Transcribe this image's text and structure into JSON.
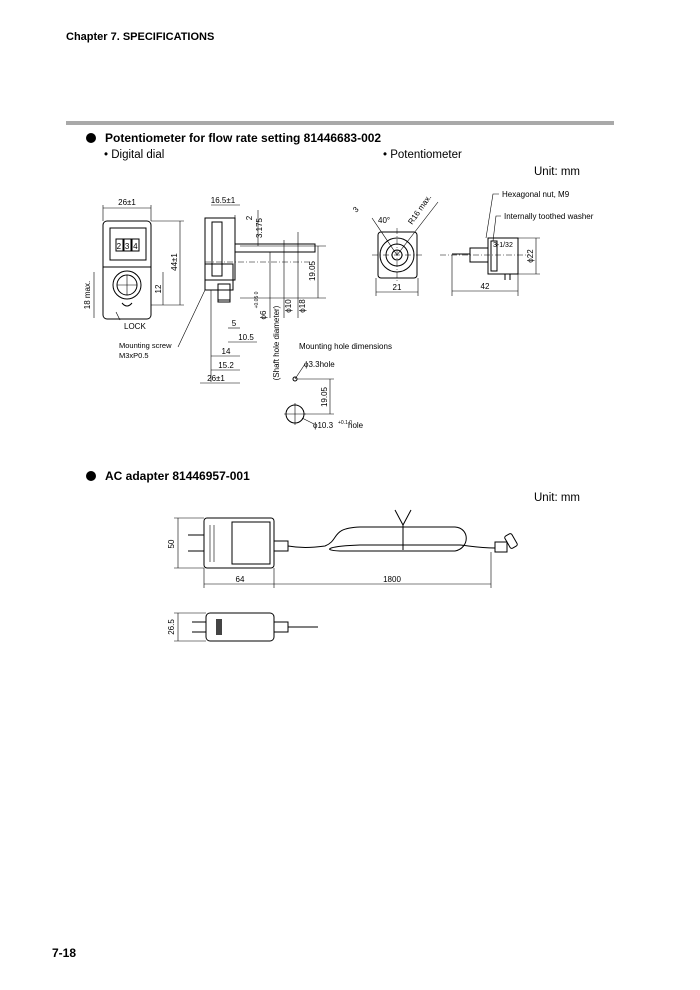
{
  "header": {
    "chapter": "Chapter 7. SPECIFICATIONS"
  },
  "section1": {
    "title": "Potentiometer for flow rate setting 81446683-002",
    "left_label": "• Digital dial",
    "right_label": "• Potentiometer",
    "unit": "Unit: mm",
    "drawing": {
      "dial_width": "26±1",
      "dial_height": "44±1",
      "dial_depth": "18 max.",
      "dial_inner": "12",
      "dial_display": "2 3 4",
      "lock": "LOCK",
      "mounting_screw": "Mounting screw",
      "screw_spec": "M3xP0.5",
      "side_top": "16.5±1",
      "side_2": "2",
      "side_3175": "3.175",
      "side_1905": "19.05",
      "side_phi6": "ϕ6",
      "side_phi6_tol": "+0.05 0",
      "side_phi10": "ϕ10",
      "side_phi18": "ϕ18",
      "shaft_hole": "(Shaft hole diameter)",
      "side_5": "5",
      "side_105": "10.5",
      "side_14": "14",
      "side_152": "15.2",
      "side_26": "26±1",
      "pot_3": "3",
      "pot_40": "40°",
      "pot_r16": "R16 max.",
      "pot_21": "21",
      "hex_nut": "Hexagonal nut, M9",
      "washer": "Internally toothed washer",
      "pot_thread": "3-1/32",
      "pot_phi22": "ϕ22",
      "pot_42": "42",
      "mount_title": "Mounting hole dimensions",
      "hole_33": "ϕ3.3hole",
      "hole_1905": "19.05",
      "hole_103": "ϕ10.3",
      "hole_103_tol": "+0.1 0",
      "hole_word": "hole"
    }
  },
  "section2": {
    "title": "AC adapter 81446957-001",
    "unit": "Unit: mm",
    "drawing": {
      "height_50": "50",
      "width_64": "64",
      "cable_1800": "1800",
      "thickness_265": "26.5"
    }
  },
  "footer": {
    "page_number": "7-18"
  }
}
